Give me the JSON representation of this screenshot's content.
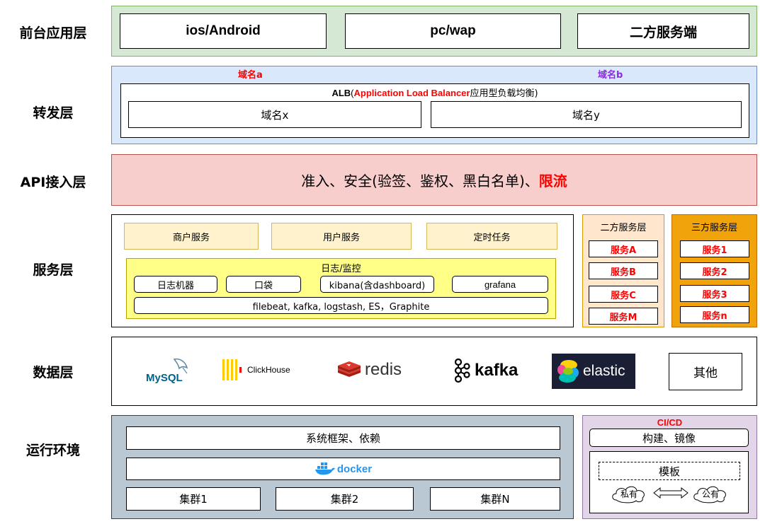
{
  "layers": {
    "frontend": "前台应用层",
    "forward": "转发层",
    "api": "API接入层",
    "service": "服务层",
    "data": "数据层",
    "runtime": "运行环境"
  },
  "frontend": {
    "items": [
      "ios/Android",
      "pc/wap",
      "二方服务端"
    ]
  },
  "forward": {
    "domain_a": "域名a",
    "domain_b": "域名b",
    "alb_prefix": "ALB",
    "alb_paren_open": "(",
    "alb_highlight": "Application Load Balancer",
    "alb_suffix": "应用型负载均衡)",
    "domain_x": "域名x",
    "domain_y": "域名y"
  },
  "api": {
    "text": "准入、安全(验签、鉴权、黑白名单)、",
    "highlight": "限流"
  },
  "service": {
    "items": [
      "商户服务",
      "用户服务",
      "定时任务"
    ],
    "log_title": "日志/监控",
    "log_items": [
      "日志机器",
      "口袋",
      "kibana(含dashboard)",
      "grafana"
    ],
    "pipeline": "filebeat, kafka, logstash, ES，Graphite",
    "second_party": {
      "title": "二方服务层",
      "items": [
        "服务A",
        "服务B",
        "服务C",
        "服务M"
      ]
    },
    "third_party": {
      "title": "三方服务层",
      "items": [
        "服务1",
        "服务2",
        "服务3",
        "服务n"
      ]
    }
  },
  "data": {
    "mysql": "MySQL",
    "clickhouse": "ClickHouse",
    "redis": "redis",
    "kafka": "kafka",
    "elastic": "elastic",
    "other": "其他"
  },
  "runtime": {
    "framework": "系统框架、依赖",
    "docker": "docker",
    "clusters": [
      "集群1",
      "集群2",
      "集群N"
    ]
  },
  "cicd": {
    "title": "CI/CD",
    "build": "构建、镜像",
    "template": "模板",
    "private": "私有",
    "public": "公有"
  },
  "colors": {
    "frontend_bg": "#d5e8d4",
    "forward_bg": "#dae8fc",
    "api_bg": "#f8cecc",
    "service_item_bg": "#fff2cc",
    "log_bg": "#ffff88",
    "second_party_bg": "#ffe6cc",
    "third_party_bg": "#f0a30a",
    "runtime_bg": "#bac8d3",
    "cicd_bg": "#e1d5e7"
  }
}
